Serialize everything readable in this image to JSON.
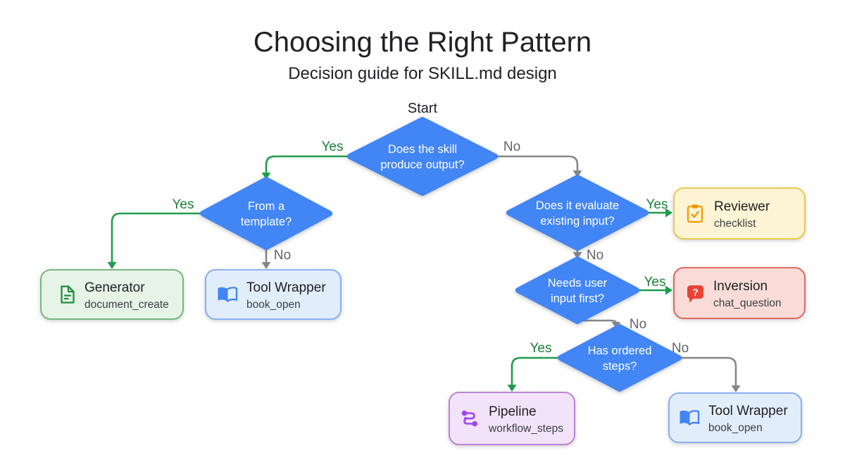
{
  "title": "Choosing the Right Pattern",
  "subtitle": "Decision guide for SKILL.md design",
  "start_label": "Start",
  "edge_labels": {
    "yes": "Yes",
    "no": "No"
  },
  "decisions": {
    "produce_output": {
      "line1": "Does the skill",
      "line2": "produce output?"
    },
    "from_template": {
      "line1": "From a",
      "line2": "template?"
    },
    "evaluate_input": {
      "line1": "Does it evaluate",
      "line2": "existing input?"
    },
    "user_input": {
      "line1": "Needs user",
      "line2": "input first?"
    },
    "ordered_steps": {
      "line1": "Has ordered",
      "line2": "steps?"
    }
  },
  "patterns": {
    "generator": {
      "title": "Generator",
      "tool": "document_create",
      "icon": "document-icon"
    },
    "tool_wrapper_left": {
      "title": "Tool Wrapper",
      "tool": "book_open",
      "icon": "open-book-icon"
    },
    "reviewer": {
      "title": "Reviewer",
      "tool": "checklist",
      "icon": "clipboard-check-icon"
    },
    "inversion": {
      "title": "Inversion",
      "tool": "chat_question",
      "icon": "chat-question-icon"
    },
    "pipeline": {
      "title": "Pipeline",
      "tool": "workflow_steps",
      "icon": "workflow-icon"
    },
    "tool_wrapper_right": {
      "title": "Tool Wrapper",
      "tool": "book_open",
      "icon": "open-book-icon"
    }
  },
  "icons": {
    "chat_question_mark": "?"
  },
  "colors": {
    "decision_fill": "#4285f4",
    "decision_text": "#ffffff",
    "yes_line": "#1f9d4b",
    "yes_label": "#188038",
    "no_line": "#85878a",
    "no_label": "#5f6368",
    "generator": {
      "bg": "#e6f3e7",
      "border": "#68b172",
      "icon": "#1e8e3e"
    },
    "tool_wrapper": {
      "bg": "#e2edfc",
      "border": "#7baaf7",
      "icon": "#4285f4"
    },
    "reviewer": {
      "bg": "#fdf4d5",
      "border": "#eac43d",
      "icon": "#f29900"
    },
    "inversion": {
      "bg": "#f9dcd8",
      "border": "#df5b50",
      "icon": "#ea4335"
    },
    "pipeline": {
      "bg": "#f2e3fa",
      "border": "#b478d4",
      "icon": "#a142f4"
    }
  }
}
